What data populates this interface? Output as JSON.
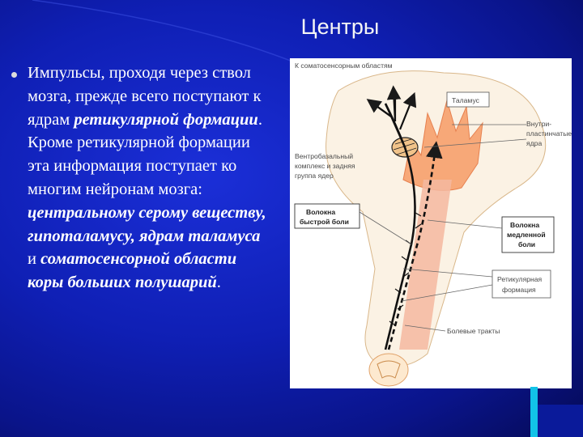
{
  "slide": {
    "title": "Центры",
    "paragraph": {
      "text_1": "Импульсы, проходя через ствол мозга, прежде всего поступают к ядрам ",
      "em_1": "ретикулярной формации",
      "text_2": ". Кроме ретикулярной формации эта информация поступает ко многим нейронам мозга: ",
      "em_2": "центральному серому веществу, гипоталамусу, ядрам таламуса",
      "text_3": " и ",
      "em_3": "соматосенсорной области коры больших полушарий",
      "text_4": "."
    }
  },
  "figure": {
    "labels": {
      "somatosensory": "К соматосенсорным областям",
      "thalamus": "Таламус",
      "intralaminar_1": "Внутри-",
      "intralaminar_2": "пластинчатые",
      "intralaminar_3": "ядра",
      "ventrobasal_1": "Вентробазальный",
      "ventrobasal_2": "комплекс и задняя",
      "ventrobasal_3": "группа ядер",
      "fast_pain_1": "Волокна",
      "fast_pain_2": "быстрой боли",
      "slow_pain_1": "Волокна",
      "slow_pain_2": "медленной",
      "slow_pain_3": "боли",
      "reticular_1": "Ретикулярная",
      "reticular_2": "формация",
      "pain_tracts": "Болевые тракты"
    }
  },
  "colors": {
    "background": "#0f1fb4",
    "brain_tissue": "#faf0e0",
    "thalamus_fill": "#f7a878",
    "tract_fill": "#f5b8a0",
    "accent_bar": "#12c3e8"
  }
}
